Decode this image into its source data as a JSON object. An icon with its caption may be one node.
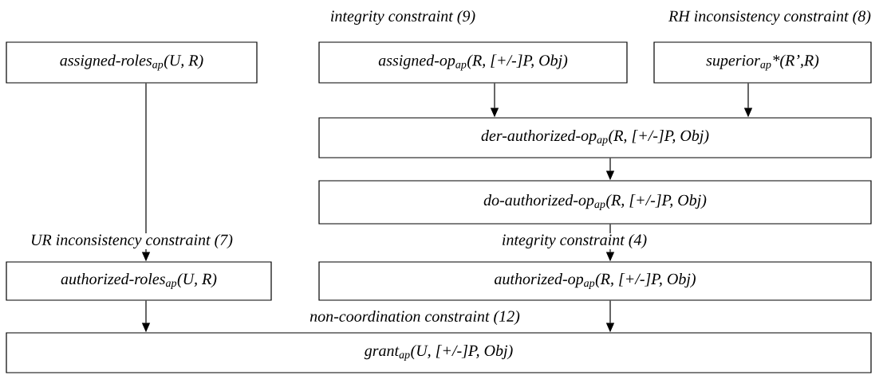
{
  "diagram": {
    "nodes": [
      {
        "text": [
          "assigned-roles$_{ap}$(U, R)"
        ]
      },
      {
        "text": [
          "assigned-op$_{ap}$(R, [+/-]P, Obj)"
        ],
        "beside": [
          "integrity constraint (9)"
        ]
      },
      {
        "text": [
          "superior$_{ap}$*(R’,R)"
        ],
        "beside": [
          "RH inconsistency constraint (8)"
        ]
      },
      {
        "text": [
          "der-authorized-op$_{ap}$(R, [+/-]P, Obj)"
        ]
      },
      {
        "text": [
          "do-authorized-op$_{ap}$(R, [+/-]P, Obj)"
        ]
      },
      {
        "text": [
          "authorized-roles$_{ap}$(U, R)"
        ],
        "beside": [
          "UR inconsistency constraint (7)"
        ]
      },
      {
        "text": [
          "authorized-op$_{ap}$(R, [+/-]P, Obj)"
        ],
        "beside": [
          "integrity constraint (4)"
        ]
      },
      {
        "text": [
          "grant$_{ap}$(U, [+/-]P, Obj)"
        ],
        "beside": [
          "non-coordination constraint (12)"
        ]
      }
    ],
    "edges": [
      {
        "from": 0,
        "to": 5,
        "arrow": "to"
      },
      {
        "from": 1,
        "to": 3,
        "arrow": "to"
      },
      {
        "from": 2,
        "to": 3,
        "arrow": "to"
      },
      {
        "from": 3,
        "to": 4,
        "arrow": "to"
      },
      {
        "from": 4,
        "to": 6,
        "arrow": "to"
      },
      {
        "from": 5,
        "to": 7,
        "arrow": "to"
      },
      {
        "from": 6,
        "to": 7,
        "arrow": "to"
      }
    ]
  }
}
